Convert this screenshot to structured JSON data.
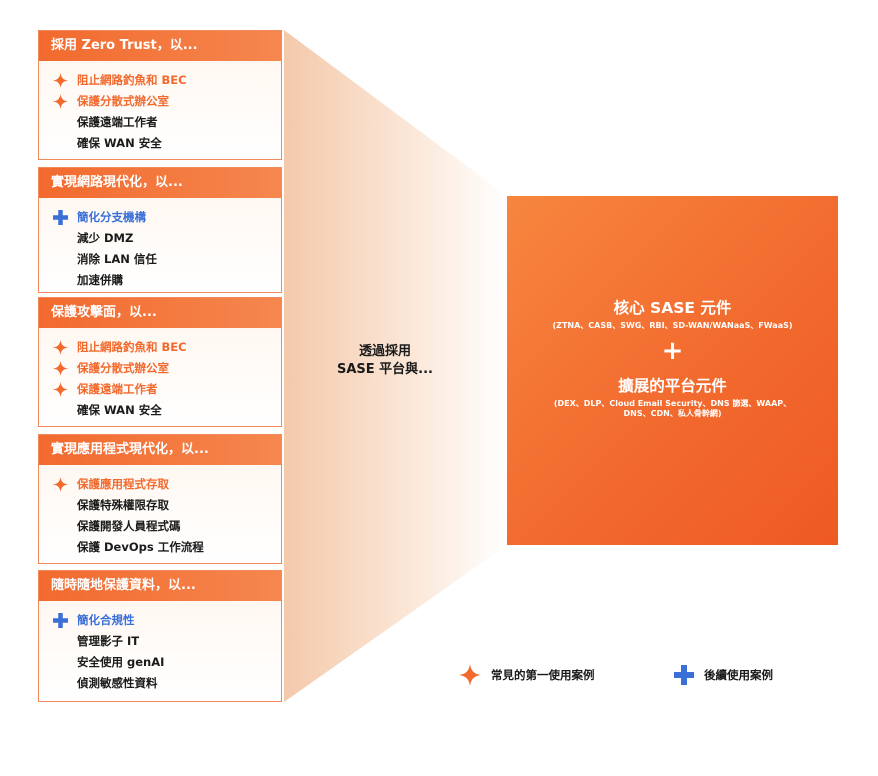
{
  "cards": [
    {
      "title": "採用 Zero Trust，以...",
      "items": [
        {
          "label": "阻止網路釣魚和 BEC",
          "marker": "orange-star"
        },
        {
          "label": "保護分散式辦公室",
          "marker": "orange-star"
        },
        {
          "label": "保護遠端工作者",
          "marker": "none"
        },
        {
          "label": "確保 WAN 安全",
          "marker": "none"
        }
      ]
    },
    {
      "title": "實現網路現代化，以...",
      "items": [
        {
          "label": "簡化分支機構",
          "marker": "blue-plus"
        },
        {
          "label": "減少 DMZ",
          "marker": "none"
        },
        {
          "label": "消除 LAN 信任",
          "marker": "none"
        },
        {
          "label": "加速併購",
          "marker": "none"
        }
      ]
    },
    {
      "title": "保護攻擊面，以...",
      "items": [
        {
          "label": "阻止網路釣魚和 BEC",
          "marker": "orange-star"
        },
        {
          "label": "保護分散式辦公室",
          "marker": "orange-star"
        },
        {
          "label": "保護遠端工作者",
          "marker": "orange-star"
        },
        {
          "label": "確保 WAN 安全",
          "marker": "none"
        }
      ]
    },
    {
      "title": "實現應用程式現代化，以...",
      "items": [
        {
          "label": "保護應用程式存取",
          "marker": "orange-star"
        },
        {
          "label": "保護特殊權限存取",
          "marker": "none"
        },
        {
          "label": "保護開發人員程式碼",
          "marker": "none"
        },
        {
          "label": "保護 DevOps 工作流程",
          "marker": "none"
        }
      ]
    },
    {
      "title": "隨時隨地保護資料，以...",
      "items": [
        {
          "label": "簡化合規性",
          "marker": "blue-plus"
        },
        {
          "label": "管理影子 IT",
          "marker": "none"
        },
        {
          "label": "安全使用 genAI",
          "marker": "none"
        },
        {
          "label": "偵測敏感性資料",
          "marker": "none"
        }
      ]
    }
  ],
  "middle": {
    "line1": "透過採用",
    "line2": "SASE 平台與..."
  },
  "core": {
    "title": "核心 SASE 元件",
    "subtitle": "(ZTNA、CASB、SWG、RBI、SD-WAN/WANaaS、FWaaS)",
    "plus": "+",
    "ext_title": "擴展的平台元件",
    "ext_subtitle": "(DEX、DLP、Cloud Email Security、DNS 篩選、WAAP、DNS、CDN、私人骨幹網)"
  },
  "legend": {
    "first_use": "常見的第一使用案例",
    "subsequent_use": "後續使用案例"
  },
  "colors": {
    "orange": "#f26a2e",
    "blue": "#3b6fd8",
    "light_fill": "#fbe3d2"
  }
}
